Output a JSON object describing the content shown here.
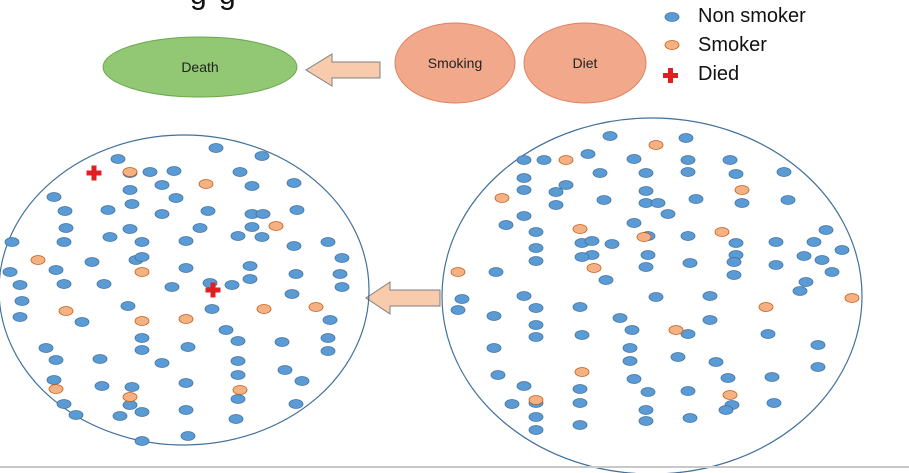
{
  "title_fragment": "g                    g",
  "nodes": {
    "death": "Death",
    "smoking": "Smoking",
    "diet": "Diet"
  },
  "legend": {
    "non_smoker": "Non smoker",
    "smoker": "Smoker",
    "died": "Died"
  },
  "colors": {
    "non_smoker": "#5b9bd5",
    "smoker": "#f4b183",
    "died": "#e02020",
    "death_fill": "#92c874",
    "cause_fill": "#f2a98b",
    "arrow_fill": "#f8cbad",
    "population_outline": "#41719c"
  },
  "icons": {
    "non_smoker": "blue-dot-icon",
    "smoker": "orange-dot-icon",
    "died": "red-cross-icon"
  }
}
